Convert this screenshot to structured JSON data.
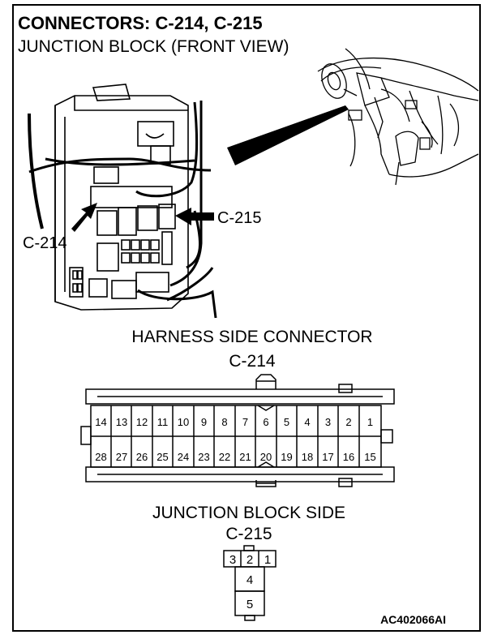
{
  "header": {
    "title": "CONNECTORS: C-214, C-215",
    "subtitle": "JUNCTION BLOCK (FRONT VIEW)"
  },
  "callouts": {
    "c214": "C-214",
    "c215": "C-215"
  },
  "harness": {
    "heading": "HARNESS SIDE CONNECTOR",
    "connector": "C-214",
    "top_row": [
      "14",
      "13",
      "12",
      "11",
      "10",
      "9",
      "8",
      "7",
      "6",
      "5",
      "4",
      "3",
      "2",
      "1"
    ],
    "bottom_row": [
      "28",
      "27",
      "26",
      "25",
      "24",
      "23",
      "22",
      "21",
      "20",
      "19",
      "18",
      "17",
      "16",
      "15"
    ]
  },
  "junction": {
    "heading": "JUNCTION BLOCK SIDE",
    "connector": "C-215",
    "top_row": [
      "3",
      "2",
      "1"
    ],
    "pin_4": "4",
    "pin_5": "5"
  },
  "figure_code": "AC402066AI"
}
